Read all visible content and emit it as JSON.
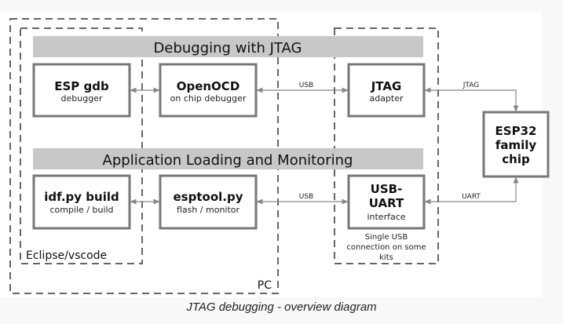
{
  "caption": "JTAG debugging - overview diagram",
  "colors": {
    "box_border": "#777777",
    "dash": "#666666",
    "banner": "#c8c8c8",
    "connector": "#888888",
    "text": "#111111"
  },
  "containers": {
    "pc": "PC",
    "ide": "Eclipse/vscode",
    "adapter_note": [
      "Single USB",
      "connection on some",
      "kits"
    ]
  },
  "banners": {
    "debugging": "Debugging with JTAG",
    "loading": "Application Loading and Monitoring"
  },
  "boxes": {
    "esp_gdb": {
      "title": [
        "ESP gdb"
      ],
      "subtitle": "debugger"
    },
    "openocd": {
      "title": [
        "OpenOCD"
      ],
      "subtitle": "on chip debugger"
    },
    "jtag_adapter": {
      "title": [
        "JTAG"
      ],
      "subtitle": "adapter"
    },
    "idf_build": {
      "title": [
        "idf.py build"
      ],
      "subtitle": "compile / build"
    },
    "esptool": {
      "title": [
        "esptool.py"
      ],
      "subtitle": "flash / monitor"
    },
    "usb_uart": {
      "title": [
        "USB-",
        "UART"
      ],
      "subtitle": "interface"
    },
    "esp32": {
      "title": [
        "ESP32",
        "family",
        "chip"
      ],
      "subtitle": ""
    }
  },
  "connections": {
    "openocd_adapter": "USB",
    "esptool_uart": "USB",
    "adapter_chip": "JTAG",
    "uart_chip": "UART"
  }
}
